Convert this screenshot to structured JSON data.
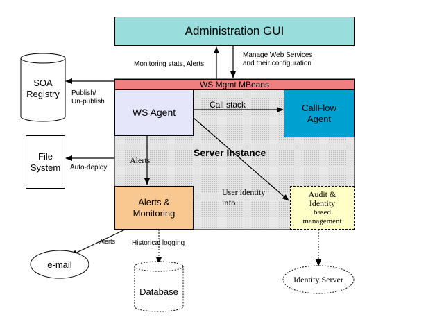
{
  "admin_gui": "Administration GUI",
  "mbeans_bar": "WS Mgmt MBeans",
  "ws_agent": "WS Agent",
  "callflow_agent": [
    "CallFlow",
    "Agent"
  ],
  "server_instance": "Server Instance",
  "alerts_monitoring": [
    "Alerts &",
    "Monitoring"
  ],
  "audit_identity": [
    "Audit &",
    "Identity",
    "based",
    "management"
  ],
  "soa_registry": [
    "SOA",
    "Registry"
  ],
  "file_system": [
    "File",
    "System"
  ],
  "email": "e-mail",
  "database": "Database",
  "identity_server": "Identity Server",
  "edges": {
    "monitoring_stats": "Monitoring stats, Alerts",
    "manage_ws": [
      "Manage Web Services",
      "and their configuration"
    ],
    "publish": [
      "Publish/",
      "Un-publish"
    ],
    "auto_deploy": "Auto-deploy",
    "call_stack": "Call stack",
    "alerts_internal": "Alerts",
    "user_identity": [
      "User identity",
      "info"
    ],
    "alerts_email": "Alerts",
    "historical_logging": "Historical logging"
  },
  "colors": {
    "admin_fill": "#99dddd",
    "mbeans_fill": "#f08080",
    "ws_agent_fill": "#e6e6fa",
    "callflow_fill": "#00a0d0",
    "server_fill": "#dcdcdc",
    "alerts_fill": "#f8c890",
    "audit_fill": "#ffffc8"
  }
}
